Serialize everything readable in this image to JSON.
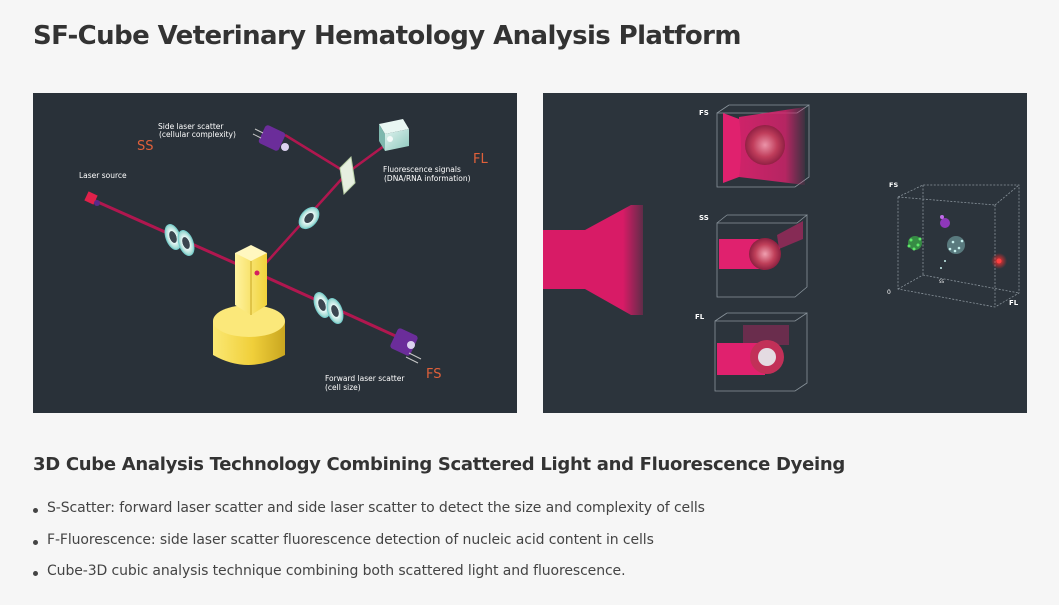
{
  "page": {
    "title": "SF-Cube Veterinary Hematology Analysis Platform"
  },
  "diagram_left": {
    "labels": {
      "side_scatter": "Side laser scatter",
      "side_scatter_sub": "(cellular complexity)",
      "ss": "SS",
      "fluorescence": "Fluorescence signals",
      "fluorescence_sub": "(DNA/RNA information)",
      "fl": "FL",
      "laser_source": "Laser source",
      "forward_scatter": "Forward laser scatter",
      "forward_scatter_sub": "(cell size)",
      "fs": "FS"
    },
    "colors": {
      "background": "#293139",
      "beam": "#b0174f",
      "accent_text": "#e0603a",
      "flow_cell": "#f2d33a",
      "detector": "#5a2a8a"
    }
  },
  "diagram_right": {
    "labels": {
      "fs": "FS",
      "ss": "SS",
      "fl": "FL",
      "plot_fs": "FS",
      "plot_fl": "FL",
      "plot_origin": "0",
      "plot_ss": "SS"
    },
    "colors": {
      "background": "#2c343c",
      "beam": "#e0216e",
      "cluster_green": "#3fd44a",
      "cluster_cyan": "#9de3e0",
      "cluster_purple": "#a13ad0",
      "cluster_red": "#e02020"
    }
  },
  "section": {
    "title": "3D Cube Analysis Technology Combining Scattered Light and Fluorescence Dyeing",
    "bullets": [
      "S-Scatter: forward laser scatter and side laser scatter to detect the size and complexity of cells",
      "F-Fluorescence: side laser scatter fluorescence detection of nucleic acid content in cells",
      "Cube-3D cubic analysis technique combining both scattered light and fluorescence."
    ]
  }
}
